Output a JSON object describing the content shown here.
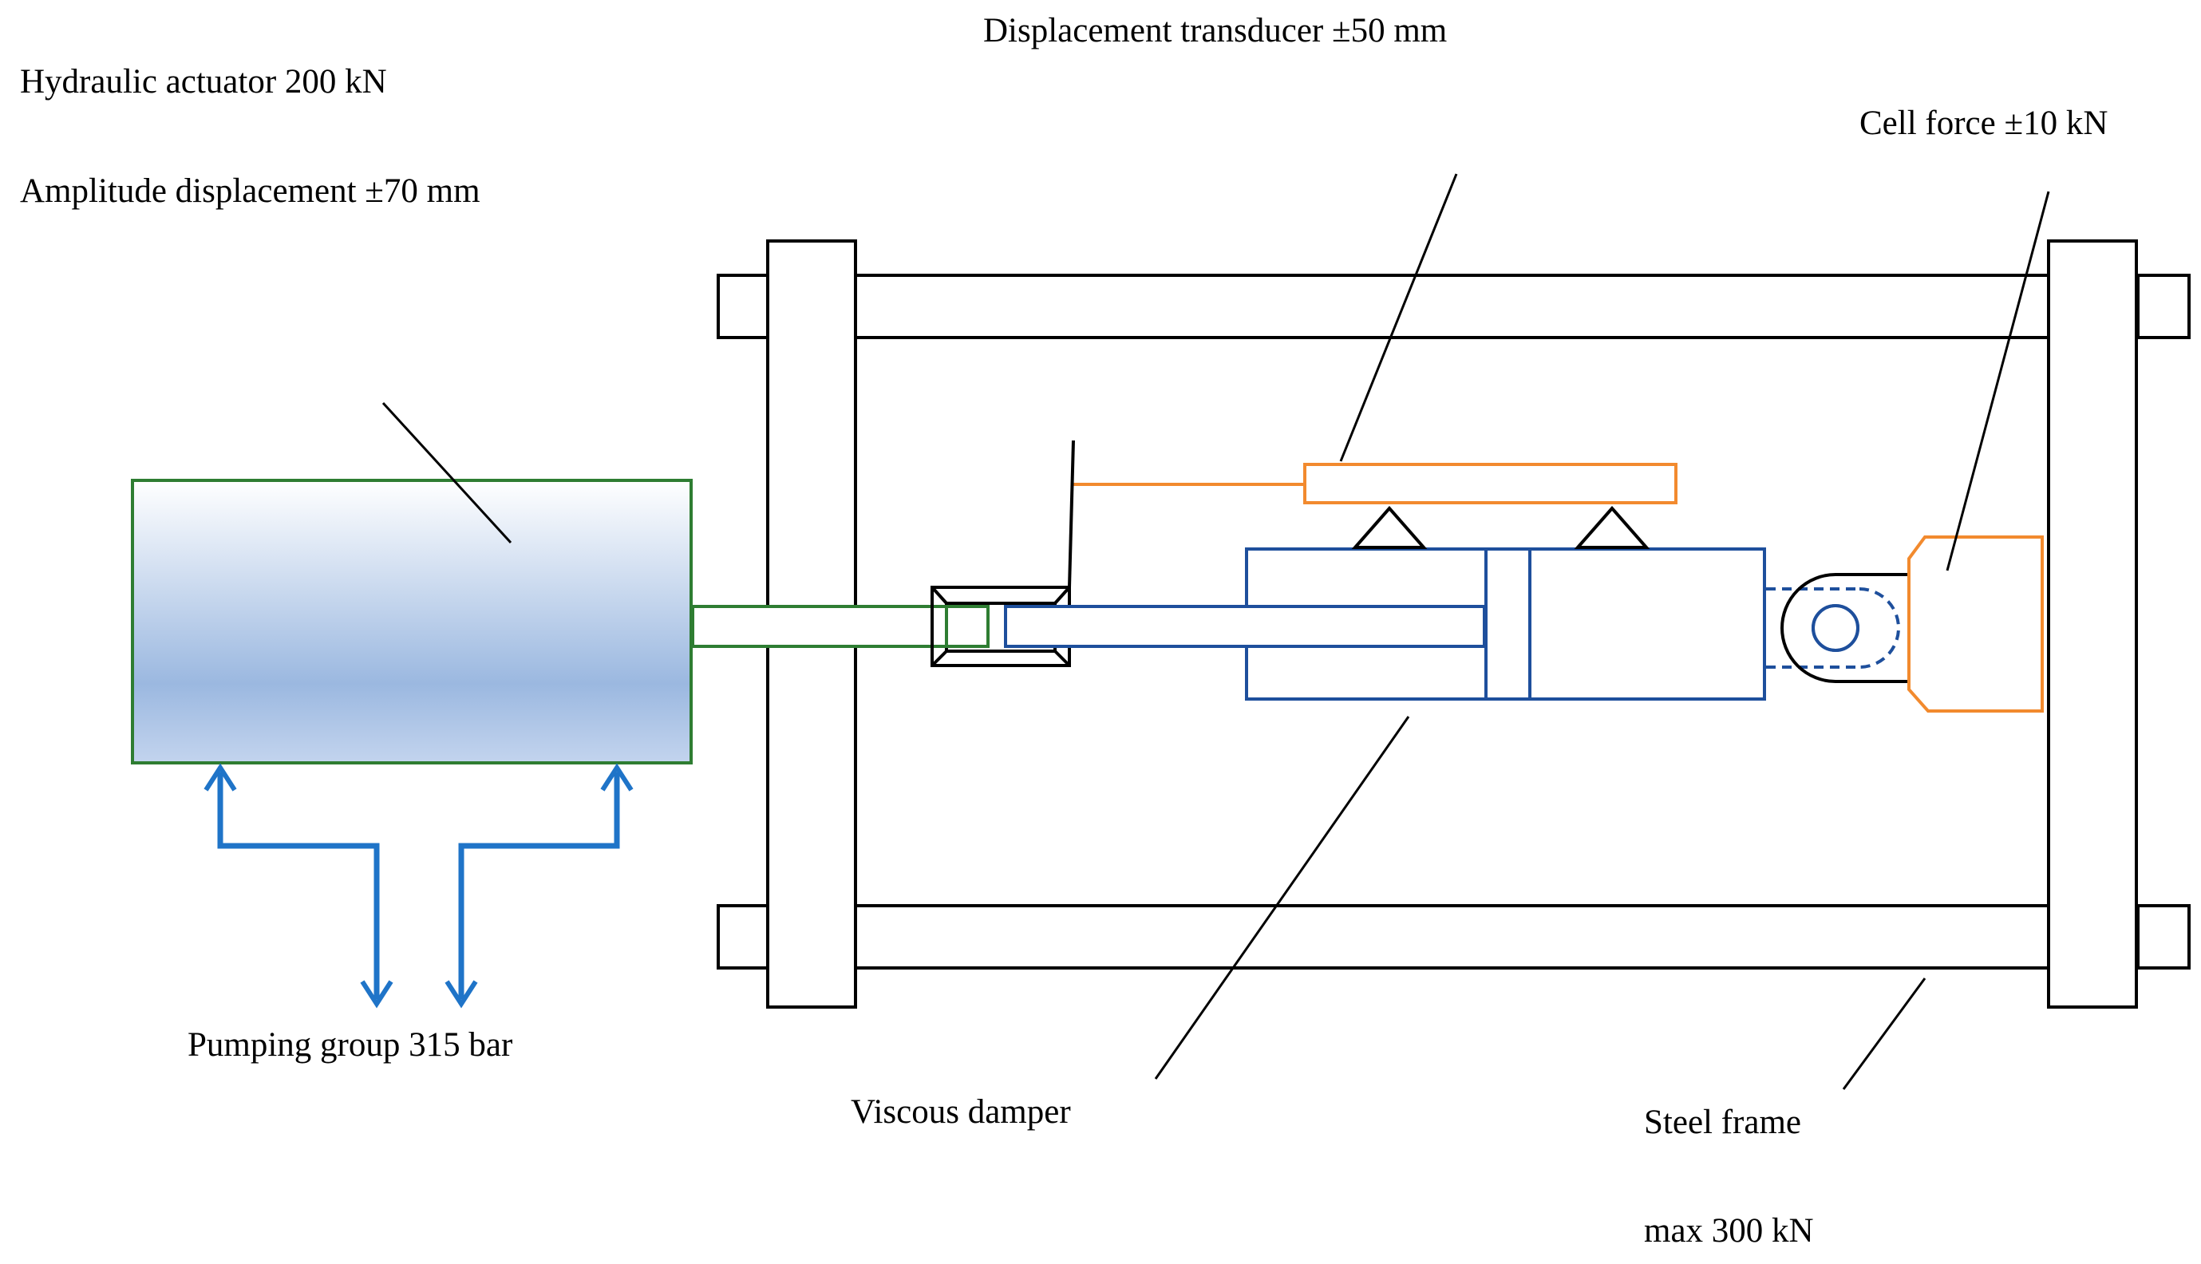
{
  "labels": {
    "actuator": "Hydraulic actuator 200 kN",
    "amplitude": "Amplitude displacement ±70 mm",
    "transducer": "Displacement transducer ±50 mm",
    "cell_force": "Cell force ±10 kN",
    "pumping": "Pumping group 315 bar",
    "damper": "Viscous damper",
    "frame": "Steel frame",
    "frame_max": "max 300 kN"
  },
  "colors": {
    "frame": "#000000",
    "actuator": "#2e7d32",
    "actuator_fill_top": "#ffffff",
    "actuator_fill_bottom": "#9bb8e0",
    "damper": "#1e4f9c",
    "transducer": "#f28a2e",
    "arrows": "#1f74c8"
  }
}
